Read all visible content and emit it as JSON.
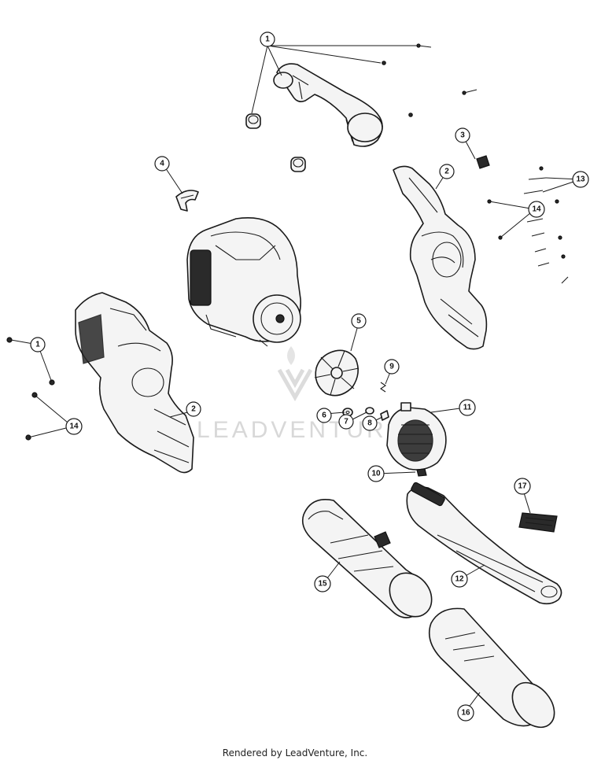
{
  "watermark": {
    "text": "LEADVENTURE"
  },
  "footer": {
    "text": "Rendered by LeadVenture, Inc."
  },
  "callouts": [
    {
      "id": "c1-top",
      "label": "1"
    },
    {
      "id": "c1-left",
      "label": "1"
    },
    {
      "id": "c2-right",
      "label": "2"
    },
    {
      "id": "c2-left",
      "label": "2"
    },
    {
      "id": "c3",
      "label": "3"
    },
    {
      "id": "c4",
      "label": "4"
    },
    {
      "id": "c5",
      "label": "5"
    },
    {
      "id": "c6",
      "label": "6"
    },
    {
      "id": "c7",
      "label": "7"
    },
    {
      "id": "c8",
      "label": "8"
    },
    {
      "id": "c9",
      "label": "9"
    },
    {
      "id": "c10",
      "label": "10"
    },
    {
      "id": "c11",
      "label": "11"
    },
    {
      "id": "c12",
      "label": "12"
    },
    {
      "id": "c13",
      "label": "13"
    },
    {
      "id": "c14-right",
      "label": "14"
    },
    {
      "id": "c14-left",
      "label": "14"
    },
    {
      "id": "c15",
      "label": "15"
    },
    {
      "id": "c16",
      "label": "16"
    },
    {
      "id": "c17",
      "label": "17"
    }
  ]
}
